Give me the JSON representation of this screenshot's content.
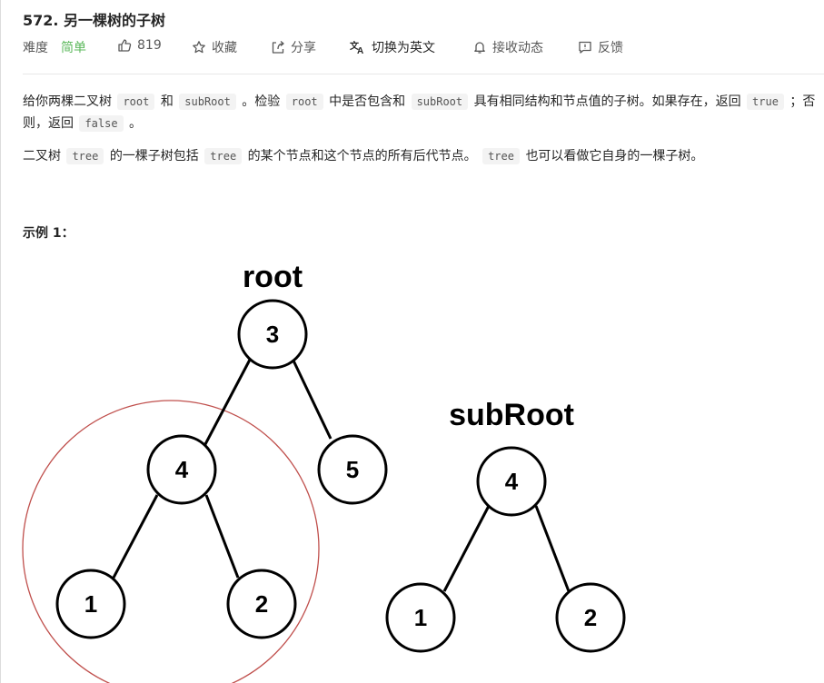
{
  "problem": {
    "title": "572. 另一棵树的子树",
    "difficulty_label": "难度",
    "difficulty_value": "简单",
    "likes": "819",
    "collect_label": "收藏",
    "share_label": "分享",
    "translate_label": "切换为英文",
    "notify_label": "接收动态",
    "feedback_label": "反馈"
  },
  "description": {
    "p1": {
      "t1": "给你两棵二叉树",
      "c1": "root",
      "t2": "和",
      "c2": "subRoot",
      "t3": "。检验",
      "c3": "root",
      "t4": "中是否包含和",
      "c4": "subRoot",
      "t5": "具有相同结构和节点值的子树。如果存在，返回",
      "c5": "true",
      "t6": "；否则，返回",
      "c6": "false",
      "t7": "。"
    },
    "p2": {
      "t1": "二叉树",
      "c1": "tree",
      "t2": "的一棵子树包括",
      "c2": "tree",
      "t3": "的某个节点和这个节点的所有后代节点。",
      "c3": "tree",
      "t4": "也可以看做它自身的一棵子树。"
    }
  },
  "example": {
    "title": "示例 1：",
    "root_label": "root",
    "subroot_label": "subRoot",
    "root_tree": {
      "n3": "3",
      "n4": "4",
      "n5": "5",
      "n1": "1",
      "n2": "2"
    },
    "sub_tree": {
      "n4": "4",
      "n1": "1",
      "n2": "2"
    },
    "highlight_color": "#c0504d"
  }
}
